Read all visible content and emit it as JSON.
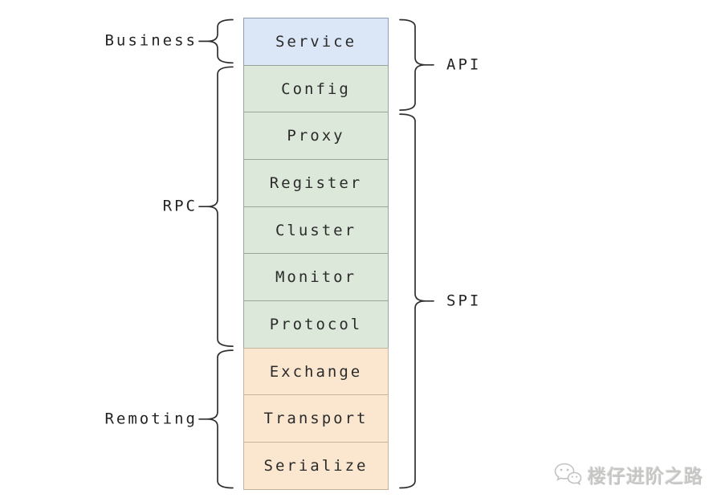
{
  "diagram": {
    "boxes": [
      {
        "label": "Service",
        "tone": "blue"
      },
      {
        "label": "Config",
        "tone": "green"
      },
      {
        "label": "Proxy",
        "tone": "green"
      },
      {
        "label": "Register",
        "tone": "green"
      },
      {
        "label": "Cluster",
        "tone": "green"
      },
      {
        "label": "Monitor",
        "tone": "green"
      },
      {
        "label": "Protocol",
        "tone": "green"
      },
      {
        "label": "Exchange",
        "tone": "orange"
      },
      {
        "label": "Transport",
        "tone": "orange"
      },
      {
        "label": "Serialize",
        "tone": "orange"
      }
    ],
    "left_groups": [
      {
        "label": "Business",
        "from": 0,
        "to": 0
      },
      {
        "label": "RPC",
        "from": 1,
        "to": 6
      },
      {
        "label": "Remoting",
        "from": 7,
        "to": 9
      }
    ],
    "right_groups": [
      {
        "label": "API",
        "from": 0,
        "to": 1
      },
      {
        "label": "SPI",
        "from": 2,
        "to": 9
      }
    ]
  },
  "colors": {
    "blue_fill": "#dbe7f7",
    "blue_border": "#8e9db4",
    "green_fill": "#dce8d9",
    "green_border": "#97a59a",
    "orange_fill": "#fbe7d0",
    "orange_border": "#c2b49e",
    "brace": "#2f2f2f",
    "box_text": "#2b2b2b",
    "label_text": "#232323",
    "watermark": "#c6c6c4"
  },
  "watermark": {
    "text": "楼仔进阶之路",
    "icon": "wechat-icon"
  }
}
